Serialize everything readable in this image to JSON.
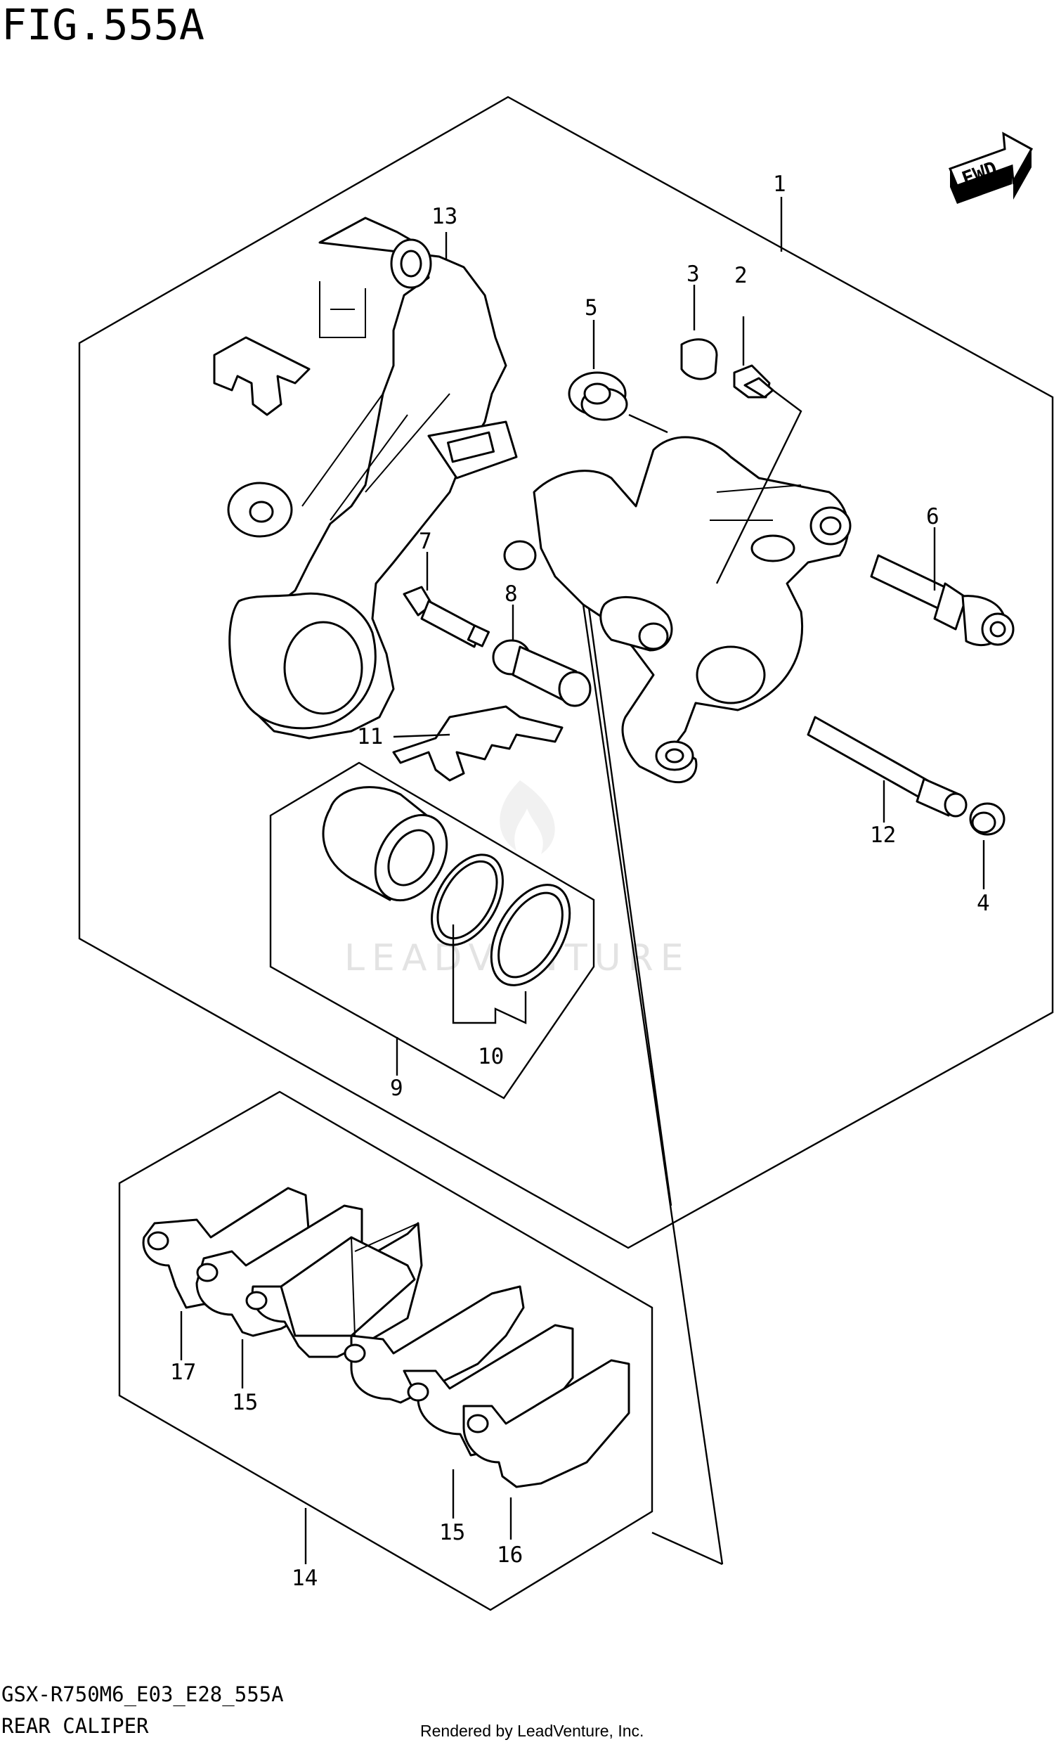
{
  "figure": {
    "title": "FIG.555A",
    "model_code": "GSX-R750M6_E03_E28_555A",
    "caption": "REAR CALIPER",
    "rendered_by": "Rendered by LeadVenture, Inc.",
    "watermark": "LEADVENTURE",
    "fwd_label": "FWD"
  },
  "callouts": [
    {
      "id": "c1",
      "label": "1"
    },
    {
      "id": "c2",
      "label": "2"
    },
    {
      "id": "c3",
      "label": "3"
    },
    {
      "id": "c4",
      "label": "4"
    },
    {
      "id": "c5",
      "label": "5"
    },
    {
      "id": "c6",
      "label": "6"
    },
    {
      "id": "c7",
      "label": "7"
    },
    {
      "id": "c8",
      "label": "8"
    },
    {
      "id": "c9",
      "label": "9"
    },
    {
      "id": "c10",
      "label": "10"
    },
    {
      "id": "c11",
      "label": "11"
    },
    {
      "id": "c12",
      "label": "12"
    },
    {
      "id": "c13",
      "label": "13"
    },
    {
      "id": "c14",
      "label": "14"
    },
    {
      "id": "c15a",
      "label": "15"
    },
    {
      "id": "c15b",
      "label": "15"
    },
    {
      "id": "c16",
      "label": "16"
    },
    {
      "id": "c17",
      "label": "17"
    }
  ]
}
